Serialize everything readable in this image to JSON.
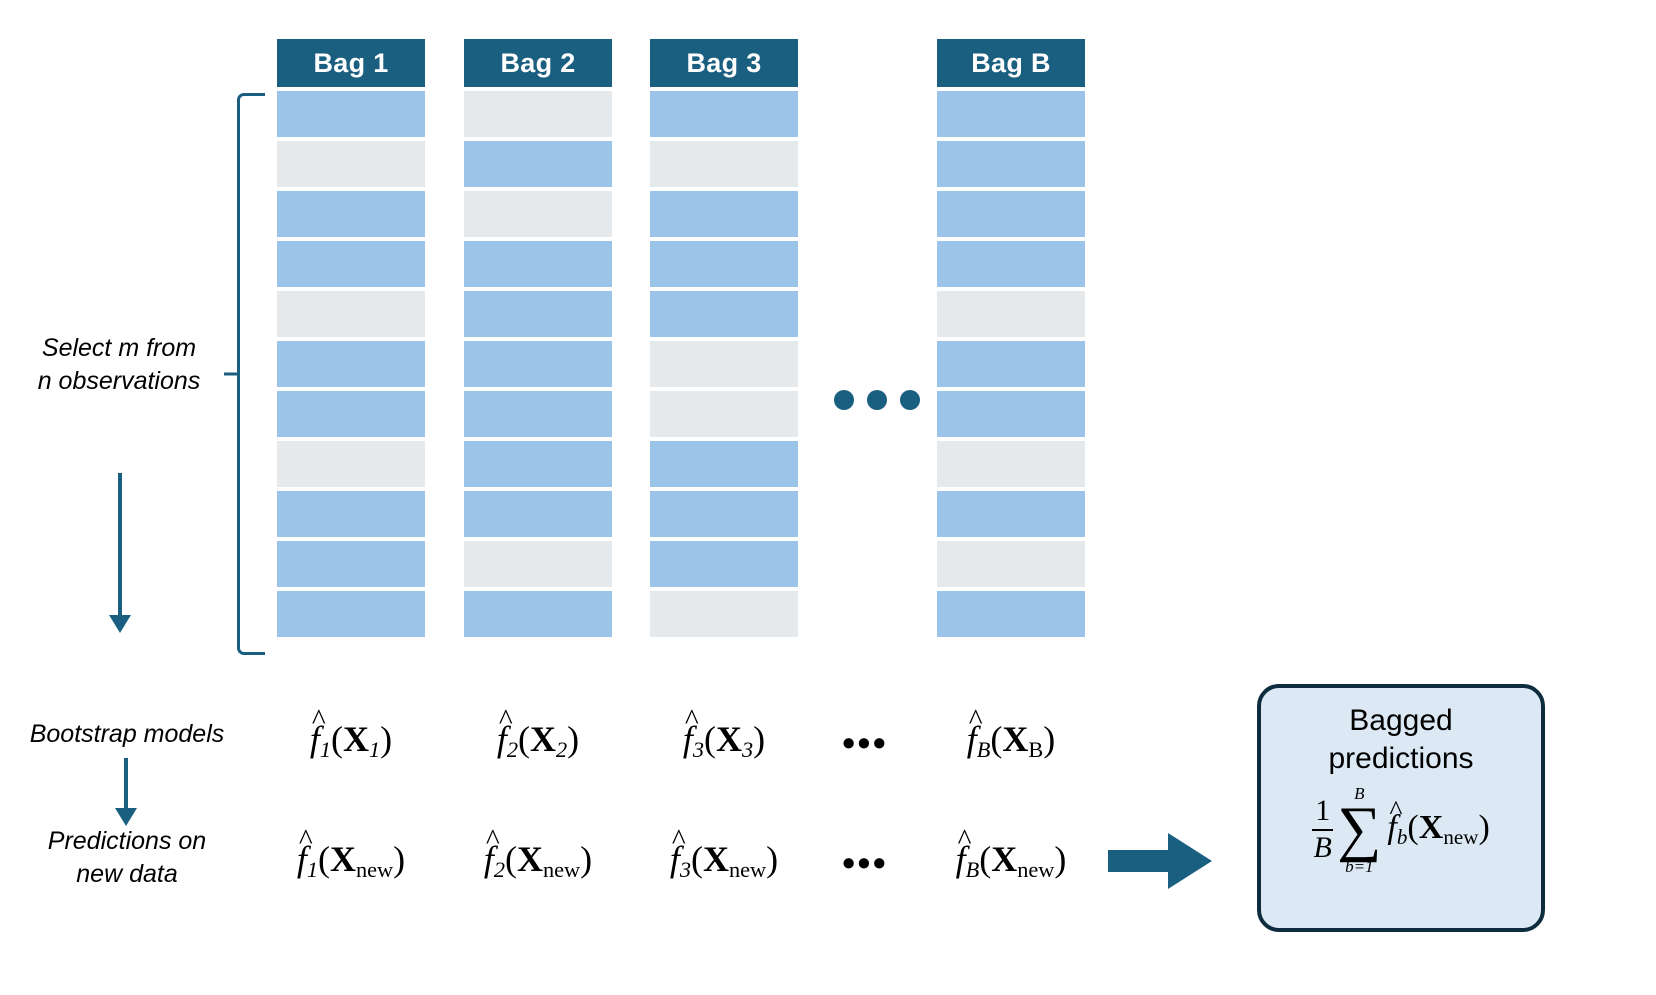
{
  "diagram": {
    "title": "Bagging (bootstrap aggregating) schematic",
    "colors": {
      "header_blue": "#1b5f80",
      "cell_blue": "#9cc4e9",
      "cell_gray": "#e6e9eb",
      "box_fill": "#dce9f5",
      "box_border": "#0d2c3d"
    }
  },
  "labels": {
    "select": "Select m from\nn observations",
    "select_line1": "Select m from",
    "select_line2": "n observations",
    "bootstrap_models": "Bootstrap models",
    "predictions_line1": "Predictions on",
    "predictions_line2": "new data",
    "ellipsis": "•••"
  },
  "bags": [
    {
      "header": "Bag 1",
      "cells": [
        "blue",
        "gray",
        "blue",
        "blue",
        "gray",
        "blue",
        "blue",
        "gray",
        "blue",
        "blue",
        "blue"
      ],
      "model": "f̂1(X1)",
      "prediction": "f̂1(Xnew)",
      "model_sub": "1",
      "pred_sub": "1"
    },
    {
      "header": "Bag 2",
      "cells": [
        "gray",
        "blue",
        "gray",
        "blue",
        "blue",
        "blue",
        "blue",
        "blue",
        "blue",
        "gray",
        "blue"
      ],
      "model": "f̂2(X2)",
      "prediction": "f̂2(Xnew)",
      "model_sub": "2",
      "pred_sub": "2"
    },
    {
      "header": "Bag 3",
      "cells": [
        "blue",
        "gray",
        "blue",
        "blue",
        "blue",
        "gray",
        "gray",
        "blue",
        "blue",
        "blue",
        "gray"
      ],
      "model": "f̂3(X3)",
      "prediction": "f̂3(Xnew)",
      "model_sub": "3",
      "pred_sub": "3"
    },
    {
      "header": "Bag B",
      "cells": [
        "blue",
        "blue",
        "blue",
        "blue",
        "gray",
        "blue",
        "blue",
        "gray",
        "blue",
        "gray",
        "blue"
      ],
      "model": "f̂B(XB)",
      "prediction": "f̂B(Xnew)",
      "model_sub": "B",
      "pred_sub": "B"
    }
  ],
  "result": {
    "title_line1": "Bagged",
    "title_line2": "predictions",
    "formula": {
      "fraction_numerator": "1",
      "fraction_denominator": "B",
      "sigma_upper": "B",
      "sigma_lower": "b=1",
      "sigma_glyph": "∑",
      "summand_f": "f",
      "summand_sub": "b",
      "summand_arg_bold": "X",
      "summand_arg_sub": "new"
    },
    "full_text": "1/B ∑ b=1..B f̂b(Xnew)"
  }
}
